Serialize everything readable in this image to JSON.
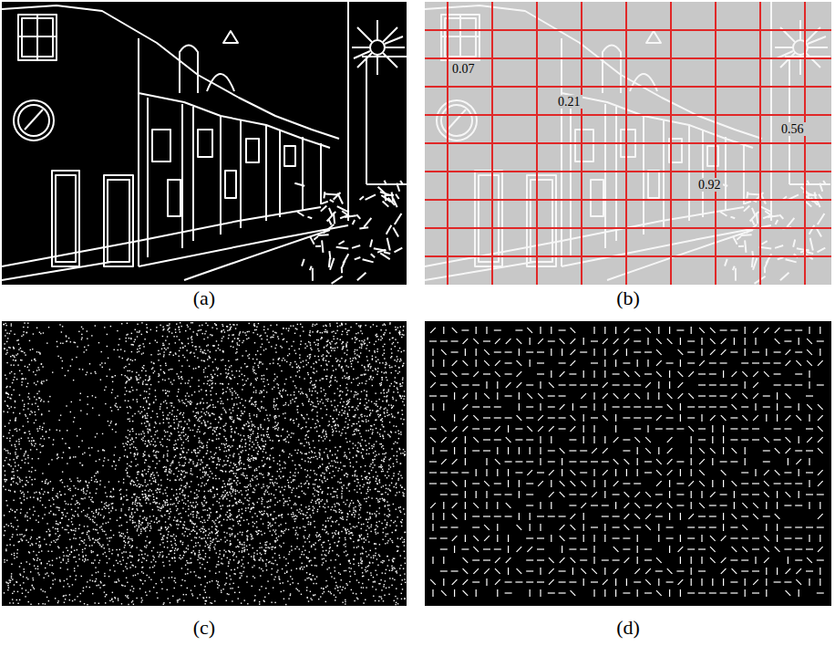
{
  "diagram": {
    "labels": [
      "0.07",
      "0.21",
      "0.56",
      "0.92",
      "(a)",
      "(b)",
      "(c)",
      "(d)"
    ]
  }
}
